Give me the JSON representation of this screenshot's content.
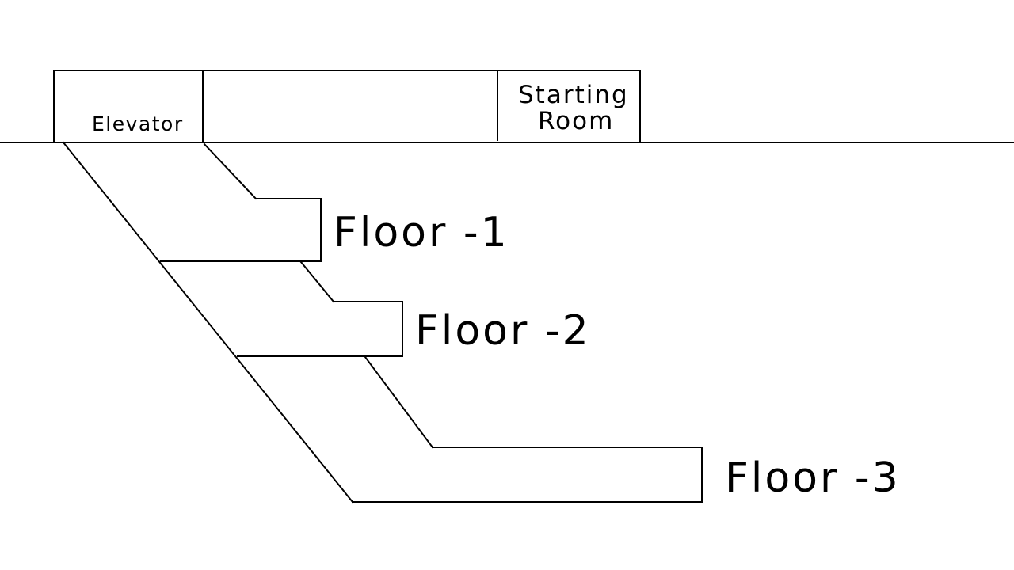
{
  "rooms": {
    "elevator_label": "Elevator",
    "starting_room_line1": "Starting",
    "starting_room_line2": "Room"
  },
  "floors": [
    {
      "label": "Floor -1"
    },
    {
      "label": "Floor -2"
    },
    {
      "label": "Floor -3"
    }
  ],
  "colors": {
    "line": "#000000",
    "background": "#ffffff"
  }
}
